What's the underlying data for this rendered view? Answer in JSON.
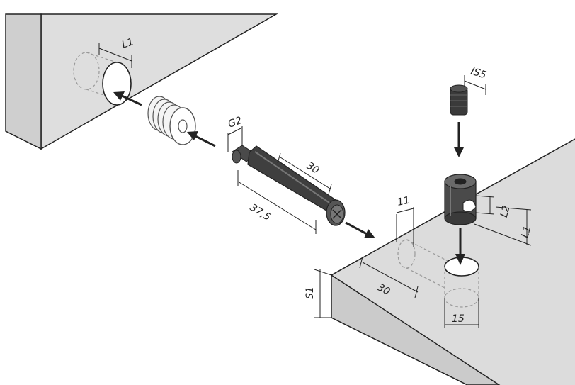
{
  "labels": {
    "L1_top": "L1",
    "G2": "G2",
    "dim_30_bolt": "30",
    "dim_37_5": "37,5",
    "IS5": "IS5",
    "dim_11": "11",
    "L2": "L2",
    "L1_right": "L1",
    "S1": "S1",
    "dim_30_panel": "30",
    "dim_15": "15"
  },
  "colors": {
    "panel_face": "#d9d9d9",
    "panel_top": "#e6e6e6",
    "line": "#222222",
    "metal_dark": "#3a3a3a",
    "metal_mid": "#5a5a5a",
    "hidden": "#9a9a9a"
  }
}
